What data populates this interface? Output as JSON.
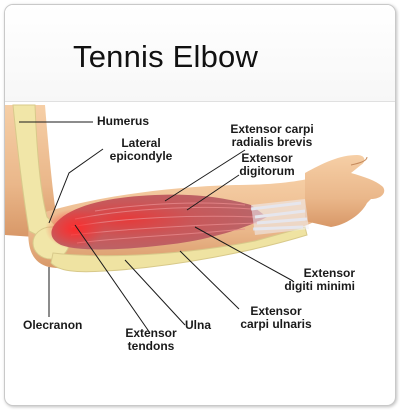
{
  "title": "Tennis Elbow",
  "labels": {
    "humerus": "Humerus",
    "lateral_epicondyle_1": "Lateral",
    "lateral_epicondyle_2": "epicondyle",
    "ecrb_1": "Extensor carpi",
    "ecrb_2": "radialis brevis",
    "ext_dig_1": "Extensor",
    "ext_dig_2": "digitorum",
    "ext_dig_min_1": "Extensor",
    "ext_dig_min_2": "digiti minimi",
    "ecu_1": "Extensor",
    "ecu_2": "carpi ulnaris",
    "ulna": "Ulna",
    "olecranon": "Olecranon",
    "ext_tendons_1": "Extensor",
    "ext_tendons_2": "tendons"
  }
}
